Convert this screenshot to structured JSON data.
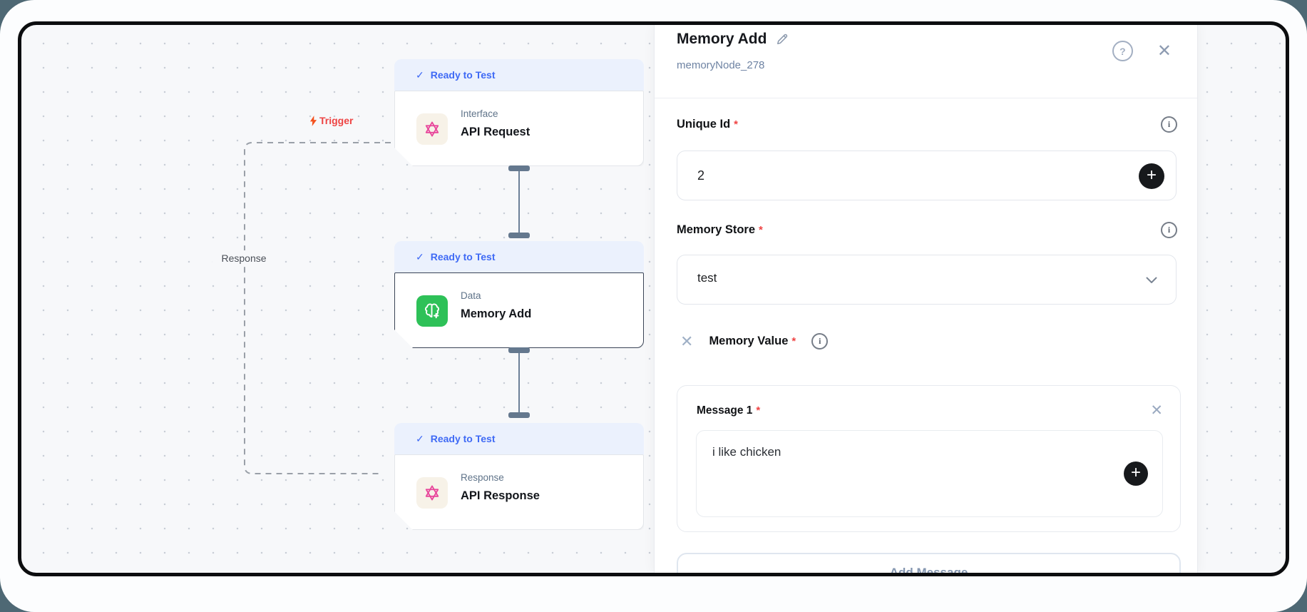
{
  "colors": {
    "outer_background": "#4e6874",
    "frame_border": "#0c0d0f",
    "canvas_background": "#f7f8fa",
    "canvas_dot": "#c9ced6",
    "badge_background": "#ebf1fd",
    "badge_text": "#3f6af5",
    "node_selected_border": "#3a4456",
    "api_icon_background": "#f7f2e8",
    "api_icon_glyph": "#e8469b",
    "memory_icon_background": "#2ec158",
    "trigger_red": "#ee4444",
    "bolt_orange": "#f4511e",
    "edge_dash": "#9aa0a8",
    "accent_black": "#17191c",
    "required_red": "#ef4444"
  },
  "icons": {
    "check": "✓",
    "close": "✕",
    "help": "?",
    "info": "i",
    "plus": "+"
  },
  "canvas": {
    "trigger_edge_label": "Trigger",
    "response_edge_label": "Response",
    "nodes": [
      {
        "status": "Ready to Test",
        "category": "Interface",
        "title": "API Request"
      },
      {
        "status": "Ready to Test",
        "category": "Data",
        "title": "Memory Add"
      },
      {
        "status": "Ready to Test",
        "category": "Response",
        "title": "API Response"
      }
    ]
  },
  "panel": {
    "title": "Memory Add",
    "node_id": "memoryNode_278",
    "required_marker": "*",
    "unique_id": {
      "label": "Unique Id",
      "value": "2"
    },
    "memory_store": {
      "label": "Memory Store",
      "value": "test"
    },
    "memory_value": {
      "label": "Memory Value"
    },
    "message": {
      "label": "Message 1",
      "value": "i like chicken"
    },
    "add_message_label": "Add Message"
  }
}
